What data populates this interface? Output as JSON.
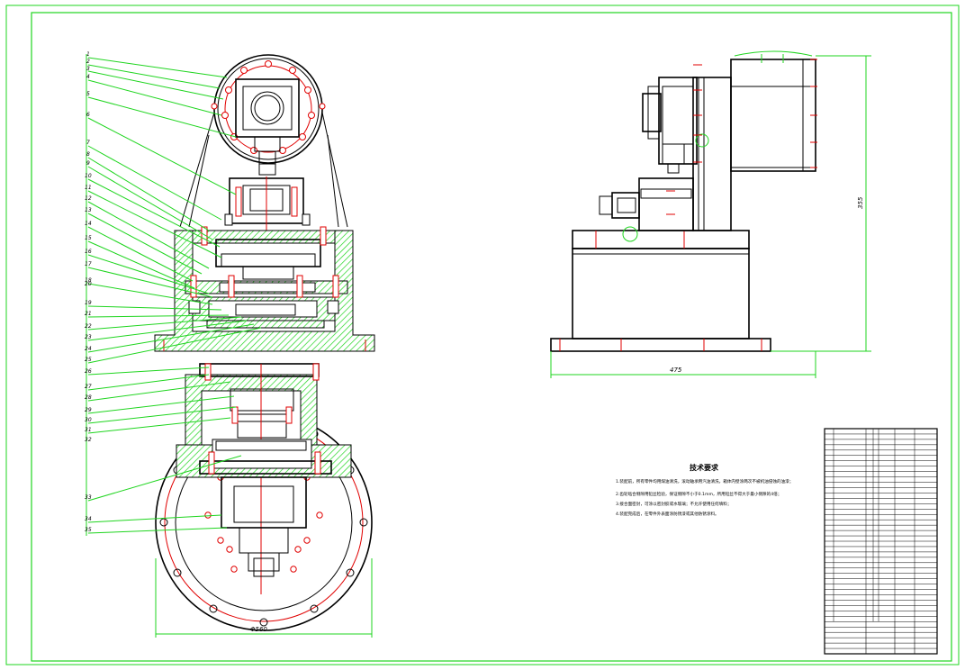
{
  "balloon_numbers": [
    "1",
    "2",
    "3",
    "4",
    "5",
    "6",
    "7",
    "8",
    "9",
    "10",
    "11",
    "12",
    "13",
    "14",
    "15",
    "16",
    "17",
    "18",
    "19",
    "20",
    "21",
    "22",
    "23",
    "24",
    "25",
    "26",
    "27",
    "28",
    "29",
    "30",
    "31",
    "32",
    "33",
    "34",
    "35"
  ],
  "dimensions": {
    "width_side": "475",
    "height_side": "355",
    "diameter_bottom": "Φ560"
  },
  "technical_requirements": {
    "title": "技术要求",
    "items": [
      "1.装配前，所有零件均用煤油清洗，滚动轴承用汽油清洗，箱体内壁涂两次不被机油侵蚀的油漆；",
      "2.齿轮啮合侧隙用铅丝检验，保证侧隙不小于0.1mm，所用铅丝不得大于最小侧隙的4倍；",
      "3.接合面密封，可涂以密封胶或水玻璃；不允许使用任何填料；",
      "4.装配完成后，在零件外表面涂防锈漆或其他防锈涂料。"
    ]
  },
  "colors": {
    "outline": "#000000",
    "leader": "#1fd51f",
    "centerline": "#e00000",
    "border": "#1fd51f",
    "hatch": "#1fd51f"
  }
}
